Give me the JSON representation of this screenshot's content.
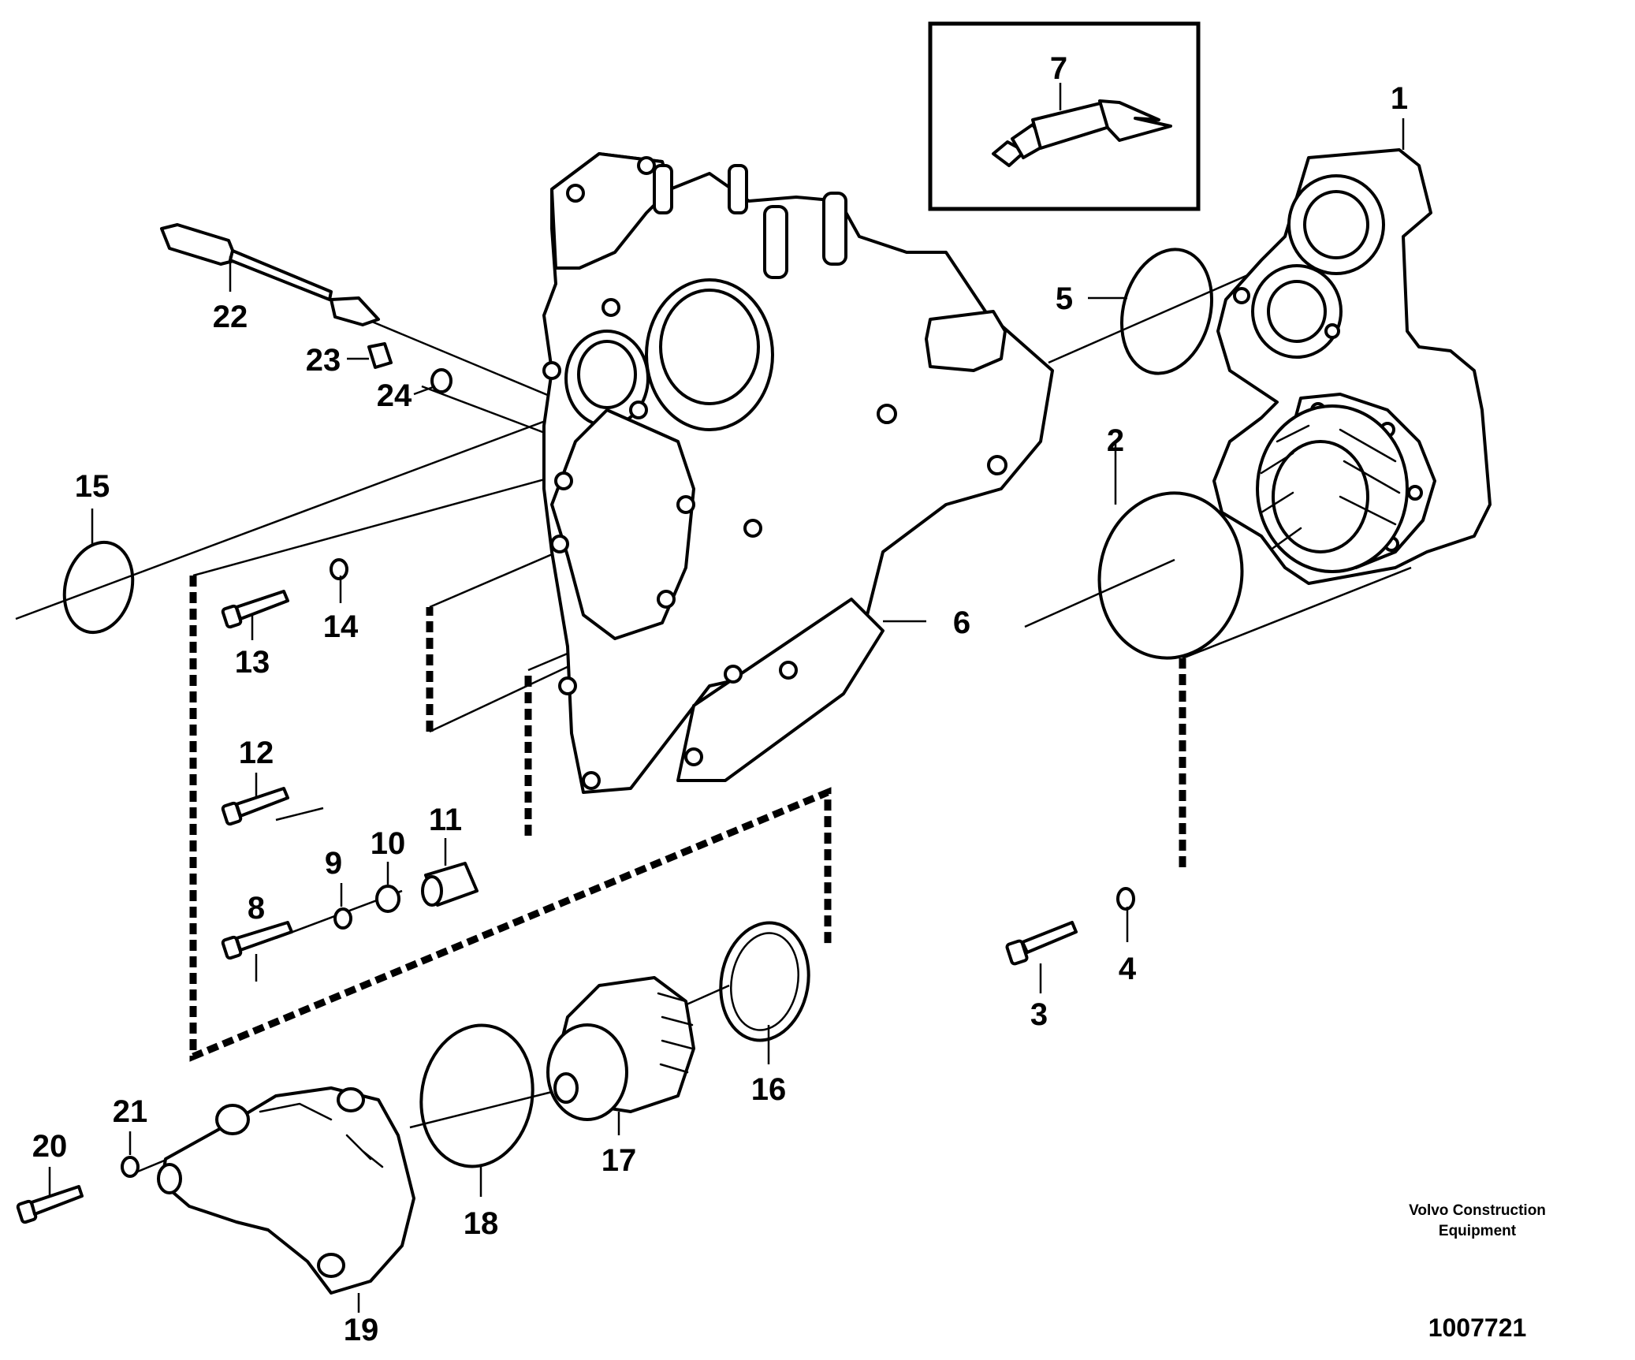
{
  "diagram": {
    "callouts": [
      "1",
      "2",
      "3",
      "4",
      "5",
      "6",
      "7",
      "8",
      "9",
      "10",
      "11",
      "12",
      "13",
      "14",
      "15",
      "16",
      "17",
      "18",
      "19",
      "20",
      "21",
      "22",
      "23",
      "24"
    ]
  },
  "footer": {
    "brand_line1": "Volvo Construction",
    "brand_line2": "Equipment",
    "reference_number": "1007721"
  }
}
